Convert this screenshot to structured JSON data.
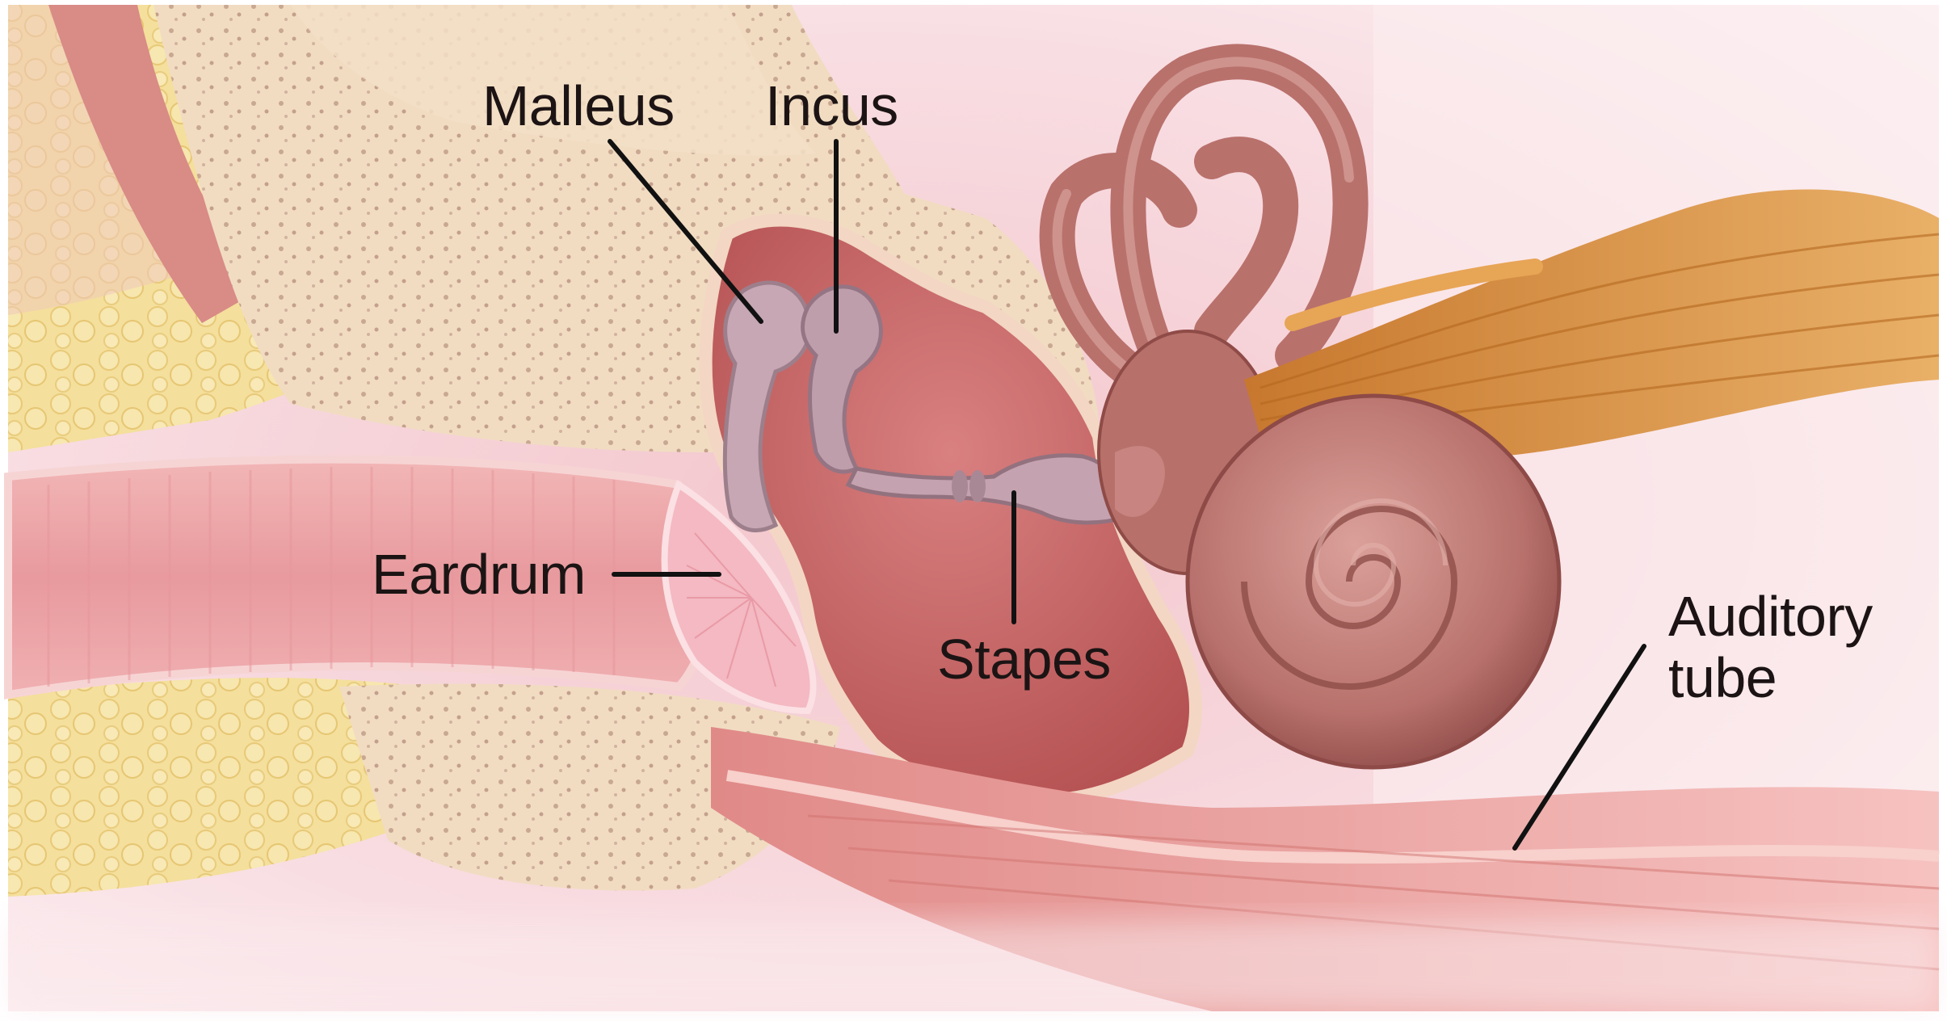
{
  "figure": {
    "labels": {
      "malleus": "Malleus",
      "incus": "Incus",
      "eardrum": "Eardrum",
      "stapes": "Stapes",
      "auditory_tube": "Auditory\ntube"
    }
  },
  "palette": {
    "background": "#ffffff",
    "pink_wash": "#f7dce4",
    "canal_pink": "#e8a0a4",
    "bone": "#f3dcc0",
    "marrow_yellow": "#f2da8e",
    "cavity_red": "#c05a58",
    "ossicle_lilac": "#b99aa8",
    "cochlea": "#b86d68",
    "nerve_gold": "#d8913c",
    "leader_line": "#111111"
  }
}
